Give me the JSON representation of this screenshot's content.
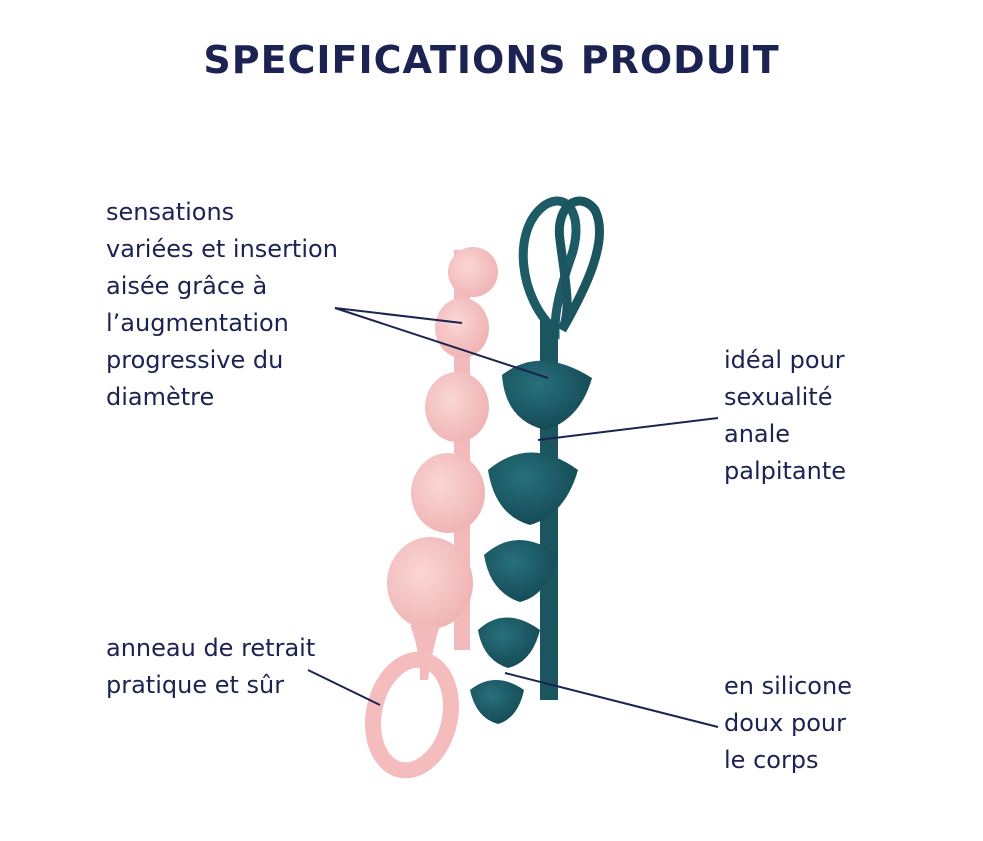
{
  "title": "SPECIFICATIONS PRODUIT",
  "labels": {
    "sensations": [
      "sensations",
      "variées et insertion",
      "aisée grâce à",
      "l’augmentation",
      "progressive du",
      "diamètre"
    ],
    "ideal": [
      "idéal pour",
      "sexualité",
      "anale",
      "palpitante"
    ],
    "anneau": [
      "anneau de retrait",
      "pratique et sûr"
    ],
    "silicone": [
      "en silicone",
      "doux pour",
      "le corps"
    ]
  },
  "colors": {
    "text": "#1c2352",
    "pink_product": "#f6c3c3",
    "teal_product": "#1d5b66",
    "background": "#ffffff"
  }
}
